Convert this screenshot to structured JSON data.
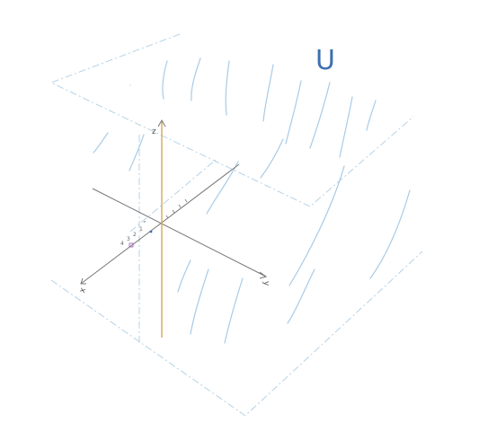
{
  "diagram": {
    "axes": {
      "z_label": "z",
      "y_label": "y",
      "x_label": "x"
    },
    "corner_mark": "U",
    "tick_labels": [
      "1",
      "2",
      "3",
      "4"
    ],
    "colors": {
      "axis": "#777777",
      "z_axis": "#d3a24a",
      "surface_stroke": "#a9cbe6",
      "plane_dash": "#b6d3e6",
      "mark": "#3d6fb0"
    }
  }
}
